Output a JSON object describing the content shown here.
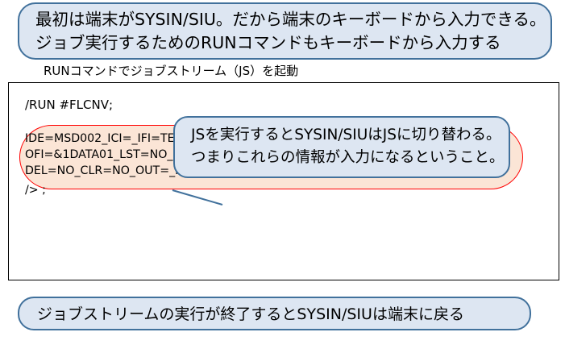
{
  "top_note": {
    "line1": "最初は端末がSYSIN/SIU。だから端末のキーボードから入力できる。",
    "line2": "ジョブ実行するためのRUNコマンドもキーボードから入力する"
  },
  "caption": "RUNコマンドでジョブストリーム（JS）を起動",
  "command": {
    "run_line": "/RUN #FLCNV;",
    "params": [
      "IDE=MSD002_ICI=_IFI=TESTDATA_IGN=_IFO=PROTECT_ODE=&0FDU000_",
      "OFI=&1DATA01_LST=NO_ERR=ABORT_MOD=CREATE_AMD=LOGICAL_GTR=_",
      "DEL=NO_CLR=NO_OUT=_RNG=_SEL=_SAV=_NXT=_"
    ],
    "terminator": "/> ;"
  },
  "mid_note": {
    "line1": "JSを実行するとSYSIN/SIUはJSに切り替わる。",
    "line2": "つまりこれらの情報が入力になるということ。"
  },
  "bottom_note": "ジョブストリームの実行が終了するとSYSIN/SIUは端末に戻る",
  "colors": {
    "note_fill": "#dde6f2",
    "note_border": "#41719c",
    "highlight_fill": "#fbe5d6",
    "highlight_border": "#ff0000"
  }
}
